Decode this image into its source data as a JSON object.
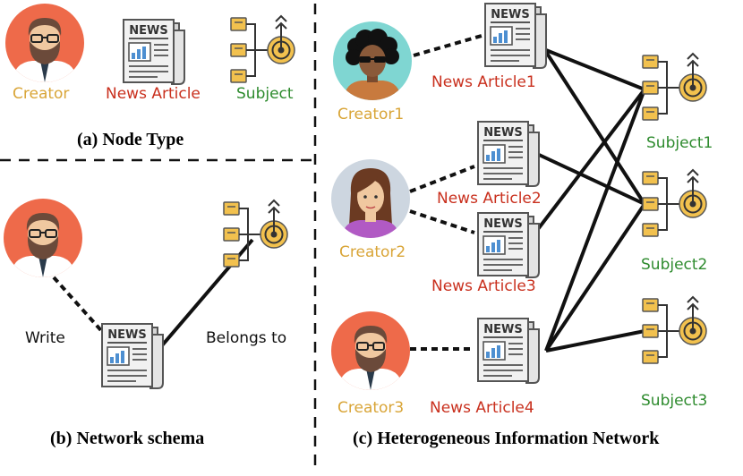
{
  "colors": {
    "creator": "#d9a538",
    "news": "#c9301e",
    "subject": "#2e8b2e",
    "creator1_bg": "#7fd6d2",
    "creator2_bg": "#cdd6e0",
    "creator3_bg": "#ee6a4a",
    "subject_box": "#f2c14e",
    "target_ring": "#f2c14e"
  },
  "panel_a": {
    "caption": "(a) Node Type",
    "creator_label": "Creator",
    "news_label": "News Article",
    "subject_label": "Subject"
  },
  "panel_b": {
    "caption": "(b) Network schema",
    "write_label": "Write",
    "belongs_label": "Belongs to"
  },
  "panel_c": {
    "caption": "(c) Heterogeneous Information Network",
    "creators": [
      "Creator1",
      "Creator2",
      "Creator3"
    ],
    "articles": [
      "News Article1",
      "News Article2",
      "News Article3",
      "News Article4"
    ],
    "subjects": [
      "Subject1",
      "Subject2",
      "Subject3"
    ]
  },
  "icons": {
    "creator": "person-avatar-icon",
    "news": "newspaper-icon",
    "subject": "subject-target-icon"
  },
  "newspaper_text": "NEWS"
}
